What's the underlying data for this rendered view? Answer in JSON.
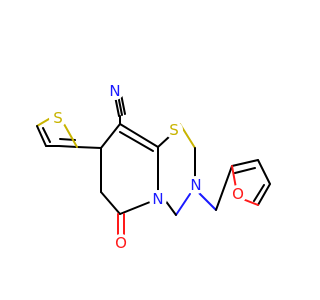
{
  "colors": {
    "bond": "#000000",
    "sulfur": "#c8b400",
    "nitrogen": "#1a1aff",
    "oxygen": "#ff1a1a"
  },
  "atoms": {
    "nitrile_n": {
      "label": "N",
      "element": "nitrogen"
    },
    "thiadiazine_s": {
      "label": "S",
      "element": "sulfur"
    },
    "thiophene_s": {
      "label": "S",
      "element": "sulfur"
    },
    "ring_n_upper": {
      "label": "N",
      "element": "nitrogen"
    },
    "ring_n_lower": {
      "label": "N",
      "element": "nitrogen"
    },
    "furan_o": {
      "label": "O",
      "element": "oxygen"
    },
    "carbonyl_o": {
      "label": "O",
      "element": "oxygen"
    }
  }
}
